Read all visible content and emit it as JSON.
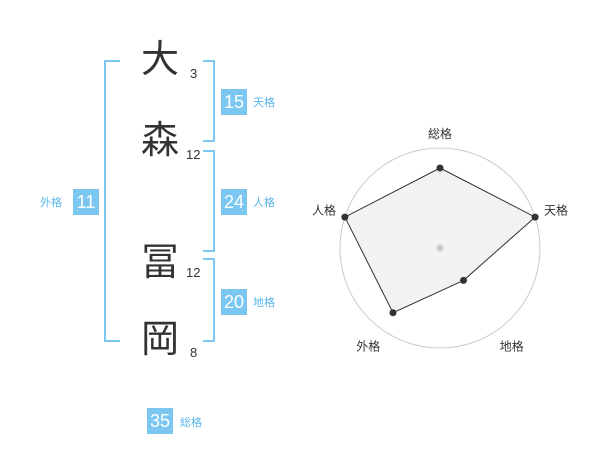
{
  "name": {
    "chars": [
      {
        "char": "大",
        "strokes": "3"
      },
      {
        "char": "森",
        "strokes": "12"
      },
      {
        "char": "冨",
        "strokes": "12"
      },
      {
        "char": "岡",
        "strokes": "8"
      }
    ]
  },
  "fortunes": {
    "tenkaku": {
      "value": "15",
      "label": "天格"
    },
    "jinkaku": {
      "value": "24",
      "label": "人格"
    },
    "chikaku": {
      "value": "20",
      "label": "地格"
    },
    "gaikaku": {
      "value": "11",
      "label": "外格"
    },
    "soukaku": {
      "value": "35",
      "label": "総格"
    }
  },
  "chart_data": {
    "type": "radar",
    "axes": [
      "総格",
      "天格",
      "地格",
      "外格",
      "人格"
    ],
    "values": [
      4,
      5,
      2,
      4,
      5
    ],
    "max": 5,
    "grid_rings": 5,
    "colors": {
      "fill": "#f0f0f0",
      "line": "#333333",
      "grid": "#cccccc",
      "accent": "#7cc7f2"
    }
  }
}
